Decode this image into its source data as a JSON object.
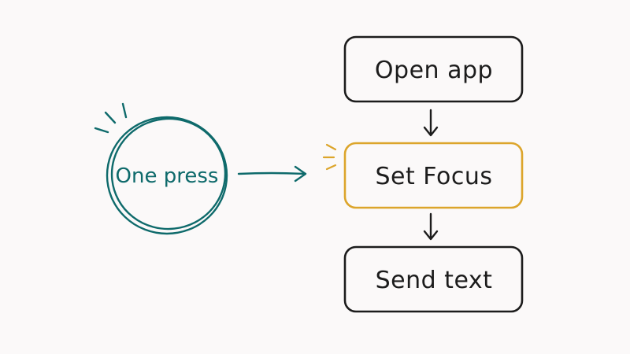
{
  "colors": {
    "background": "#fbf9f9",
    "ink": "#1c1c1c",
    "trigger": "#0e6a6b",
    "highlight": "#dca52b"
  },
  "trigger": {
    "label": "One press"
  },
  "steps": [
    {
      "label": "Open app"
    },
    {
      "label": "Set Focus"
    },
    {
      "label": "Send text"
    }
  ]
}
